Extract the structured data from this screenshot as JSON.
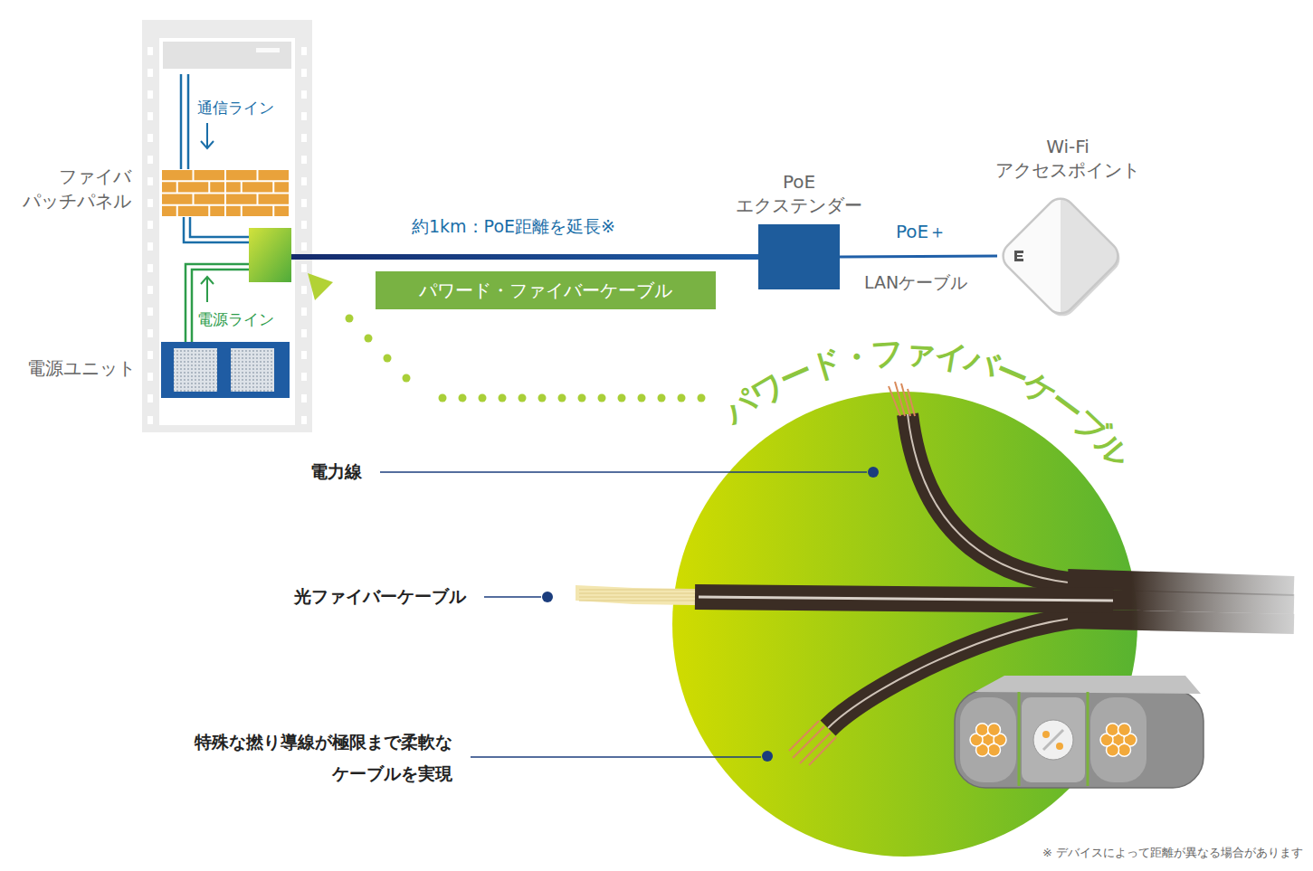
{
  "diagram": {
    "nodes": [
      {
        "text": [
          "ファイバ パッチパネル"
        ]
      },
      {
        "text": [
          "PoE エクステンダー"
        ]
      },
      {
        "text": [
          "Wi-Fi アクセスポイント"
        ]
      },
      {
        "text": [
          "パワード・ファイバーケーブル"
        ]
      },
      {
        "text": [
          "電源ユニット"
        ]
      },
      {
        "text": [
          "パワード・ファイバーケーブル"
        ]
      }
    ],
    "edges": [
      {
        "from": 0,
        "to": 1,
        "arrow": "none",
        "label": "約1km：PoE距離を延長※"
      },
      {
        "from": 4,
        "to": 1,
        "arrow": "none"
      },
      {
        "from": 1,
        "to": 2,
        "arrow": "none",
        "label": "PoE＋"
      }
    ],
    "labels": [
      "通信ライン",
      "電源ライン",
      "LANケーブル",
      "電力線",
      "光ファイバーケーブル",
      "特殊な撚り導線が極限まで柔軟な ケーブルを実現",
      "※ デバイスによって距離が異なる場合があります"
    ]
  }
}
